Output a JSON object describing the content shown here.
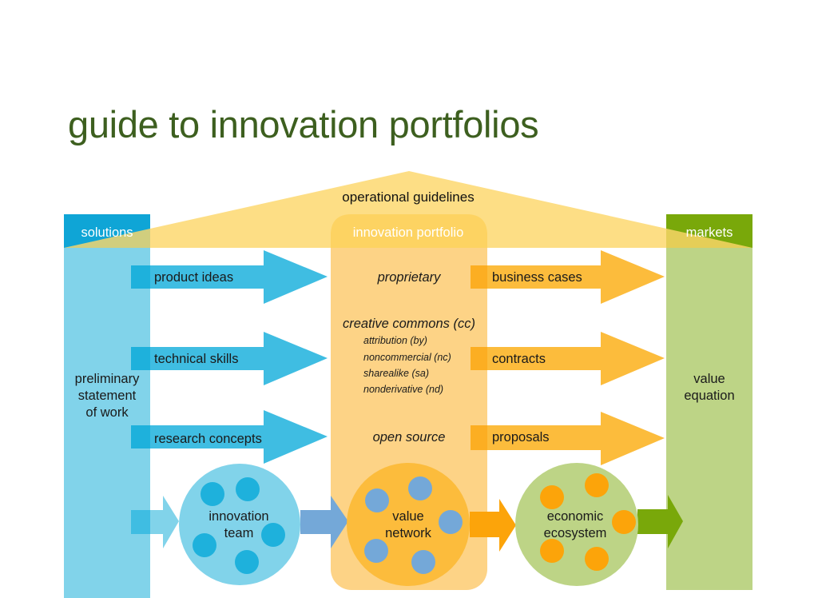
{
  "title": "guide to innovation portfolios",
  "roof": {
    "label": "operational guidelines",
    "color": "#fcd76a"
  },
  "columns": {
    "solutions": {
      "header": "solutions",
      "body": [
        "preliminary",
        "statement",
        "of work"
      ],
      "header_color": "#0fa5d6",
      "body_color": "#81d3ea"
    },
    "portfolio": {
      "header": "innovation portfolio",
      "header_color": "#fcc23e",
      "body_color": "#fdd386"
    },
    "markets": {
      "header": "markets",
      "body": [
        "value",
        "equation"
      ],
      "header_color": "#79a80a",
      "body_color": "#bdd486"
    }
  },
  "left_arrows": [
    {
      "label": "product ideas"
    },
    {
      "label": "technical skills"
    },
    {
      "label": "research concepts"
    }
  ],
  "right_arrows": [
    {
      "label": "business cases"
    },
    {
      "label": "contracts"
    },
    {
      "label": "proposals"
    }
  ],
  "license_types": {
    "proprietary": "proprietary",
    "creative_commons": {
      "heading": "creative commons (cc)",
      "items": [
        "attribution (by)",
        "noncommercial (nc)",
        "sharealike (sa)",
        "nonderivative (nd)"
      ]
    },
    "open_source": "open source"
  },
  "flow": [
    {
      "label": [
        "innovation",
        "team"
      ],
      "circle_color": "#81d3ea",
      "dot_color": "#1eb1dc"
    },
    {
      "label": [
        "value",
        "network"
      ],
      "circle_color": "#fcbc3c",
      "dot_color": "#74a8d8"
    },
    {
      "label": [
        "economic",
        "ecosystem"
      ],
      "circle_color": "#bdd486",
      "dot_color": "#fca40a"
    }
  ],
  "colors": {
    "blue_arrow": "#3fbde2",
    "orange_arrow": "#fcbc3c",
    "flow_arrow_1": "#81d3ea",
    "flow_arrow_2": "#74a8d8",
    "flow_arrow_3": "#fca40a",
    "flow_arrow_4": "#79a80a",
    "text_dark": "#1a1a1a",
    "title": "#3d5f1f"
  }
}
